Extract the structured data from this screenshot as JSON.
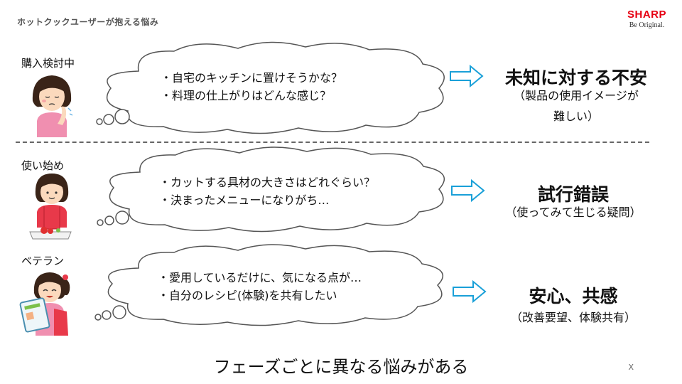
{
  "header": {
    "title": "ホットクックユーザーが抱える悩み",
    "logo_brand": "SHARP",
    "logo_tagline": "Be Original."
  },
  "phases": [
    {
      "label": "購入検討中",
      "bubble_lines": [
        "・自宅のキッチンに置けそうかな？",
        "・料理の仕上がりはどんな感じ？"
      ],
      "result_title": "未知に対する不安",
      "result_sub_lines": [
        "（製品の使用イメージが",
        "難しい）"
      ]
    },
    {
      "label": "使い始め",
      "bubble_lines": [
        "・カットする具材の大きさはどれぐらい？",
        "・決まったメニューになりがち…"
      ],
      "result_title": "試行錯誤",
      "result_sub_lines": [
        "（使ってみて生じる疑問）"
      ]
    },
    {
      "label": "ベテラン",
      "bubble_lines": [
        "・愛用しているだけに、気になる点が…",
        "・自分のレシピ(体験)を共有したい"
      ],
      "result_title": "安心、共感",
      "result_sub_lines": [
        "（改善要望、体験共有）"
      ]
    }
  ],
  "footer": {
    "caption": "フェーズごとに異なる悩みがある",
    "page_marker": "X"
  },
  "colors": {
    "arrow": "#1aa0d8",
    "brand": "#e60012",
    "bubble_stroke": "#555555"
  }
}
